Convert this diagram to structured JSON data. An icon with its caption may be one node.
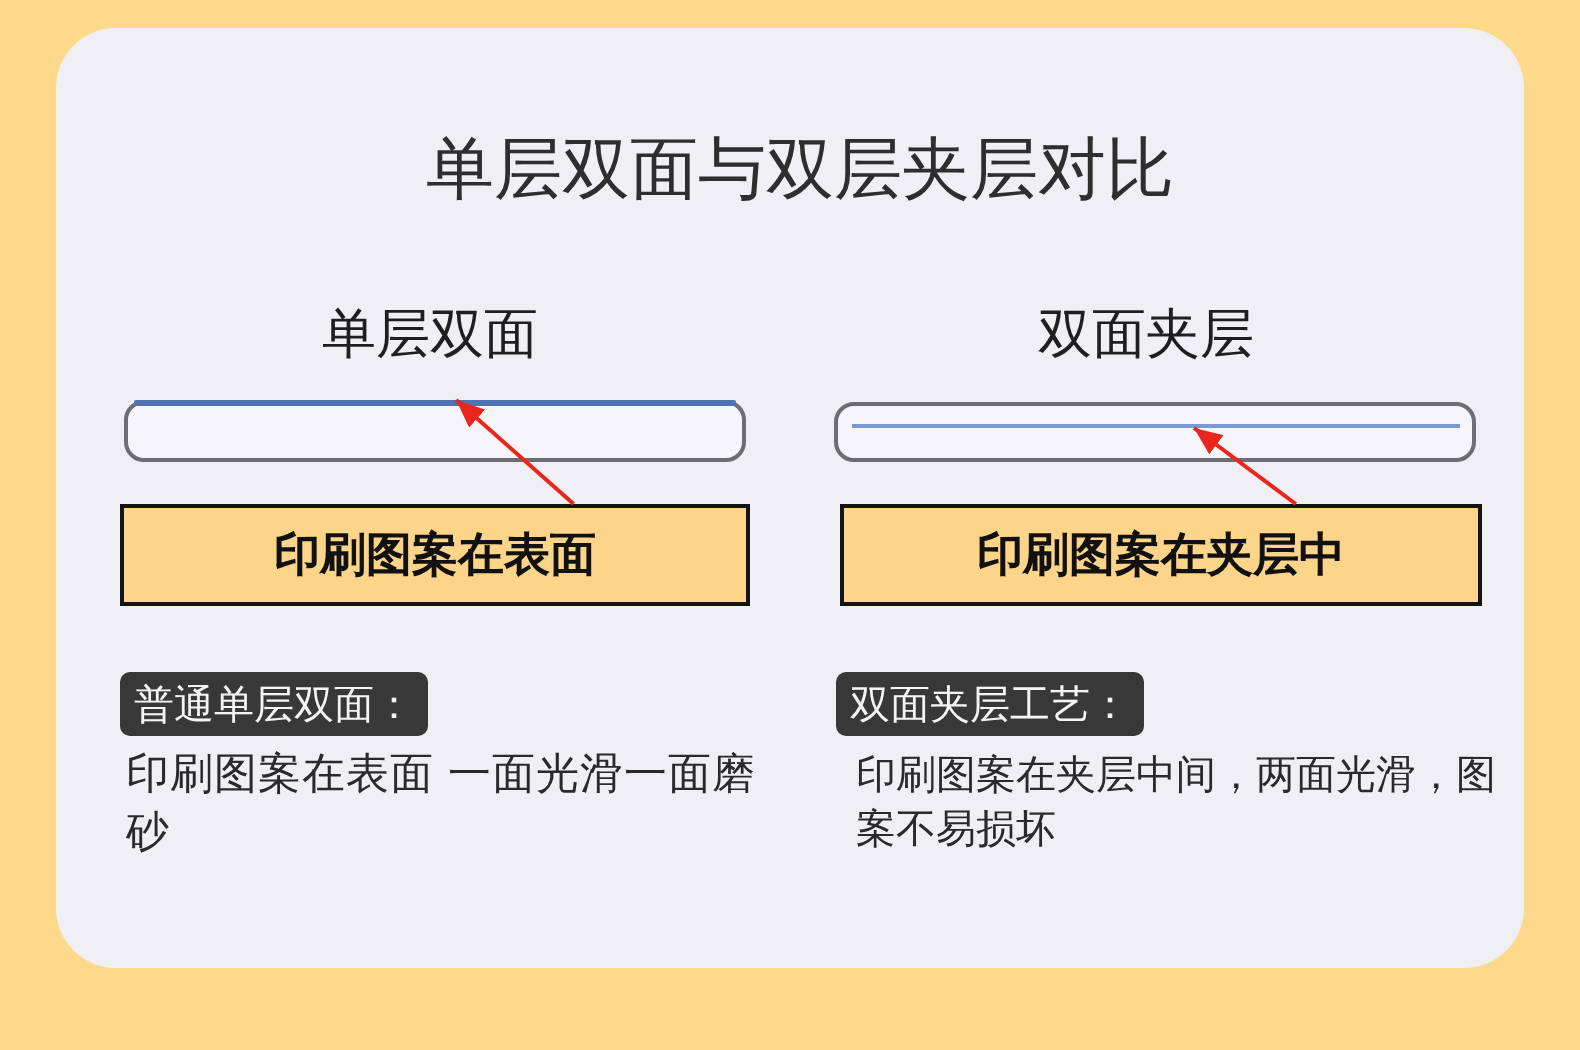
{
  "diagram": {
    "title": "单层双面与双层夹层对比",
    "nodes": [
      {
        "text": [],
        "shape": "bar"
      },
      {
        "text": [],
        "shape": "bar"
      },
      {
        "text": [],
        "shape": "line",
        "in": 1
      },
      {
        "text": [
          "印刷图案在表面"
        ]
      },
      {
        "text": [
          "印刷图案在夹层中"
        ]
      },
      {
        "text": [
          "普通单层双面："
        ]
      },
      {
        "text": [
          "双面夹层工艺："
        ]
      }
    ],
    "edges": [
      {
        "from": 3,
        "to": 0,
        "arrow": "to"
      },
      {
        "from": 4,
        "to": 2,
        "arrow": "to"
      }
    ],
    "labels": [
      "单层双面",
      "双面夹层",
      "印刷图案在表面 一面光滑一面磨砂",
      "印刷图案在夹层中间，两面光滑，图案不易损坏"
    ]
  }
}
